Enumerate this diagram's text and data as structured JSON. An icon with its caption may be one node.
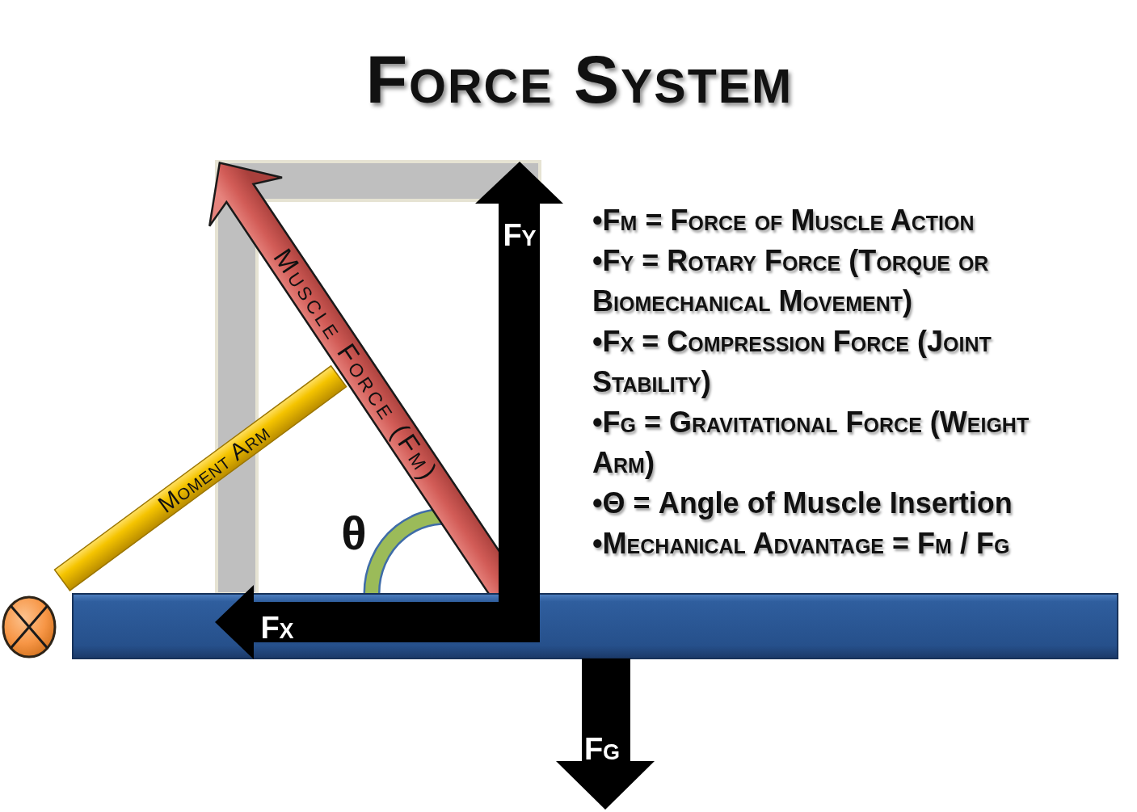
{
  "diagram": {
    "title": "Force System",
    "labels": [
      "Muscle Force (Fm)",
      "Fy",
      "Moment Arm",
      "θ",
      "Fx",
      "Fg",
      "•Fm = Force of Muscle Action",
      "•Fy = Rotary Force (Torque or Biomechanical Movement)",
      "•Fx = Compression Force (Joint Stability)",
      "•Fg = Gravitational Force (Weight Arm)",
      "•Θ = Angle of Muscle Insertion",
      "•Mechanical Advantage = Fm / Fg"
    ]
  }
}
